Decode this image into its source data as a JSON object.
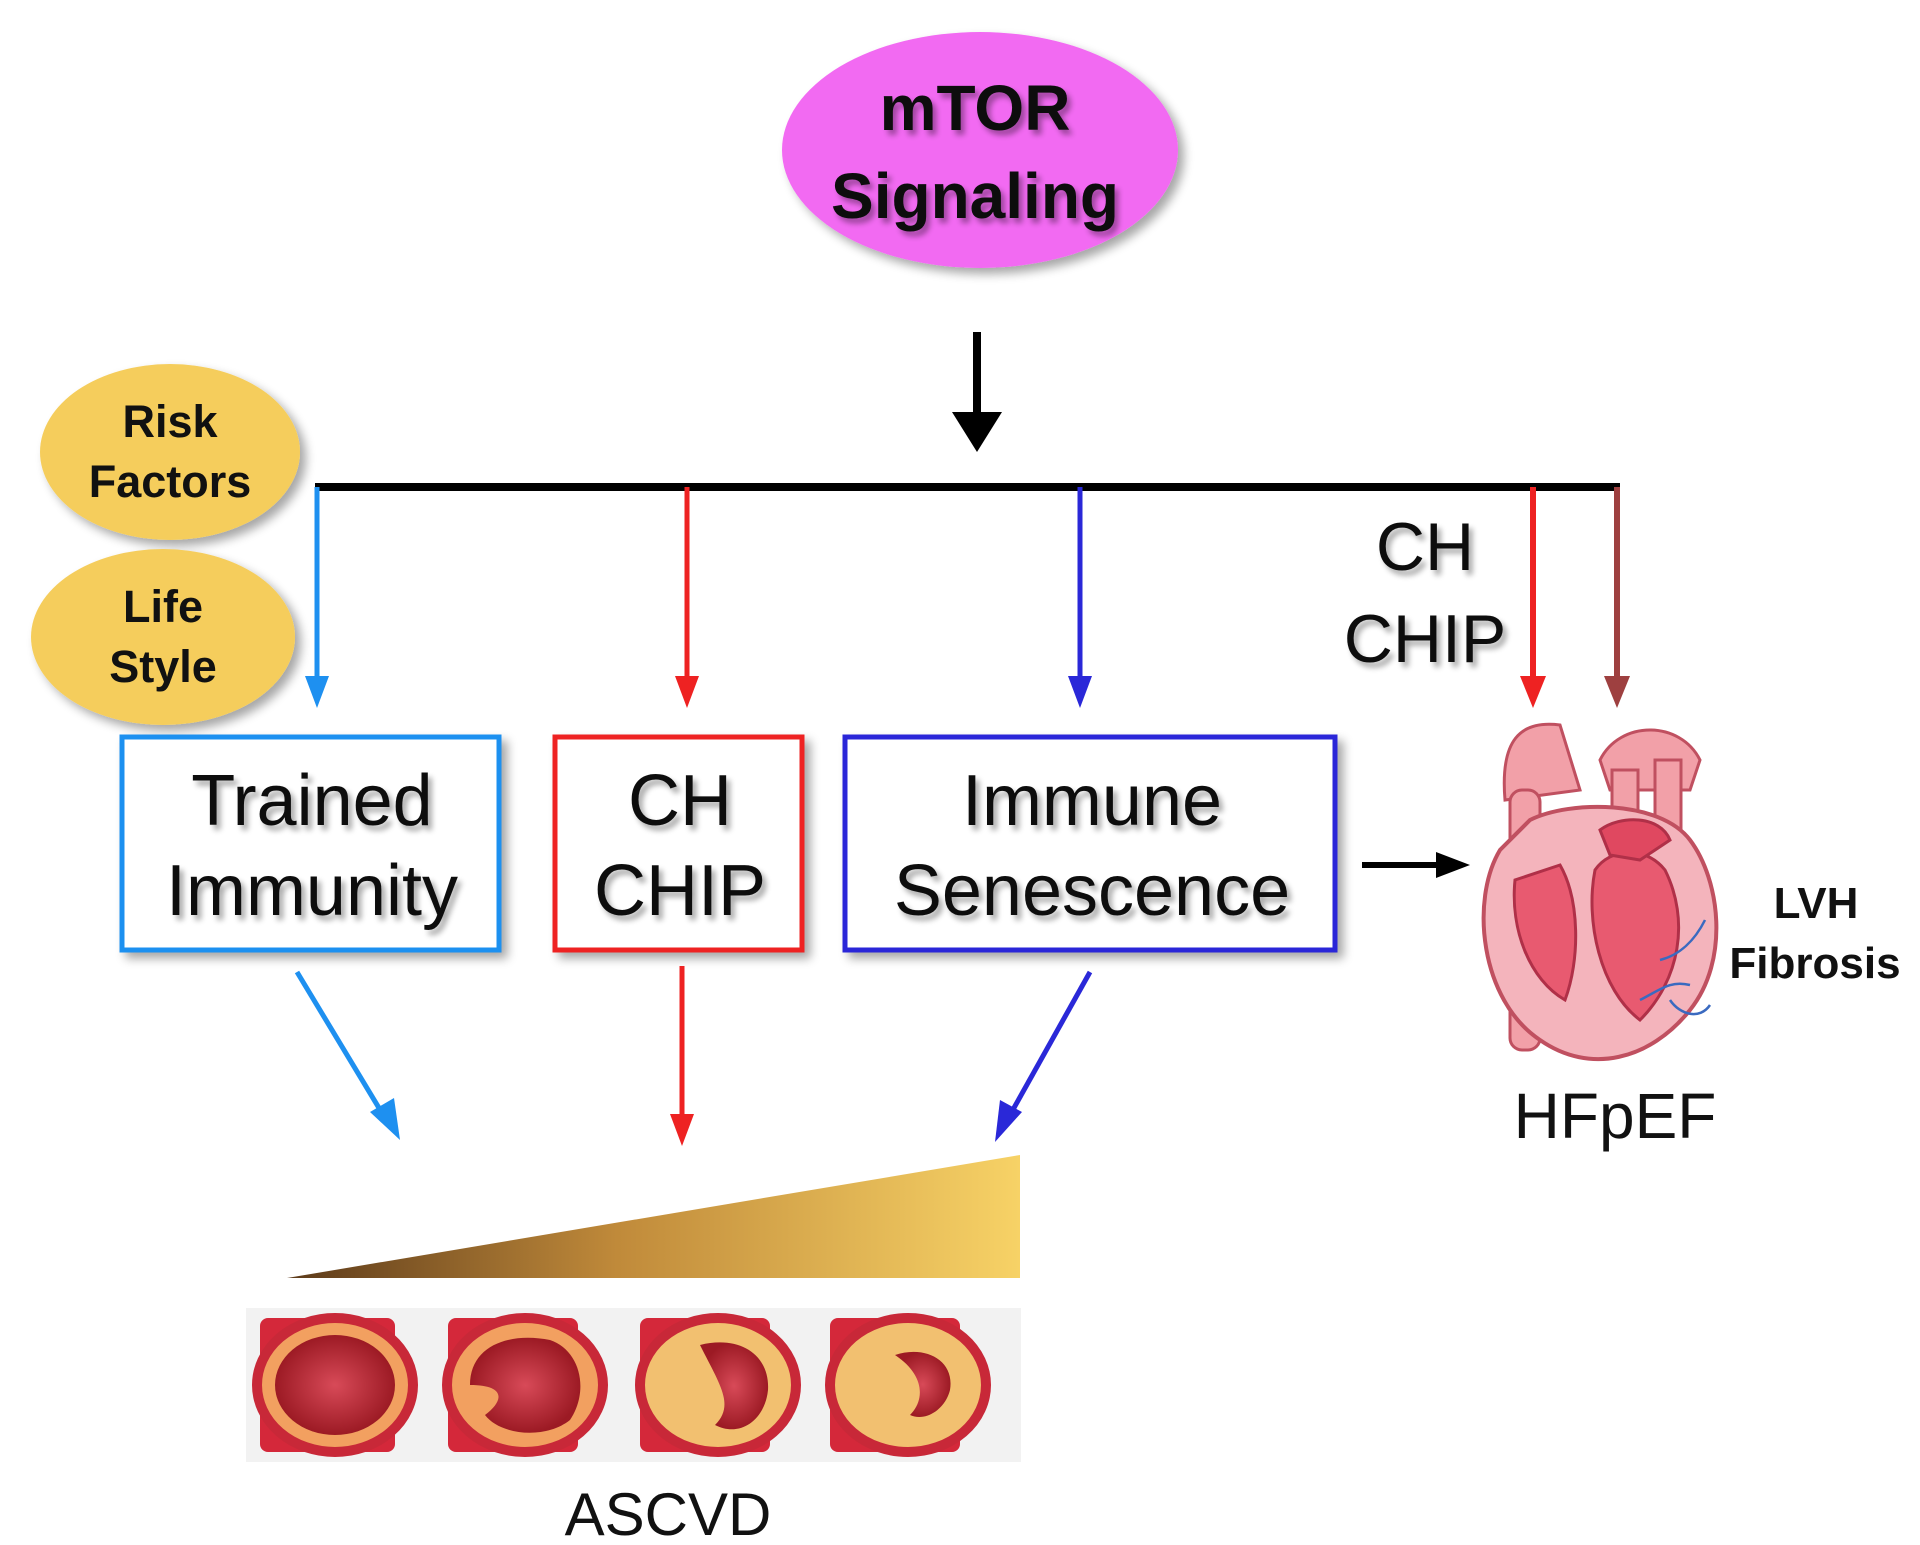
{
  "title": {
    "line1": "mTOR",
    "line2": "Signaling"
  },
  "factors": {
    "risk": {
      "line1": "Risk",
      "line2": "Factors"
    },
    "lifestyle": {
      "line1": "Life",
      "line2": "Style"
    }
  },
  "boxes": {
    "trained_immunity": {
      "line1": "Trained",
      "line2": "Immunity"
    },
    "ch_chip": {
      "line1": "CH",
      "line2": "CHIP"
    },
    "immune_senescence": {
      "line1": "Immune",
      "line2": "Senescence"
    }
  },
  "hfpef_branch": {
    "ch": "CH",
    "chip": "CHIP",
    "lvh": "LVH",
    "fibrosis": "Fibrosis",
    "label": "HFpEF"
  },
  "ascvd": {
    "label": "ASCVD"
  },
  "colors": {
    "magenta": "#f26bf2",
    "gold": "#f5cd5c",
    "light_blue": "#1e90f0",
    "red": "#ee2222",
    "dark_blue": "#2a28d8",
    "brown": "#9e4040",
    "black": "#000000"
  }
}
